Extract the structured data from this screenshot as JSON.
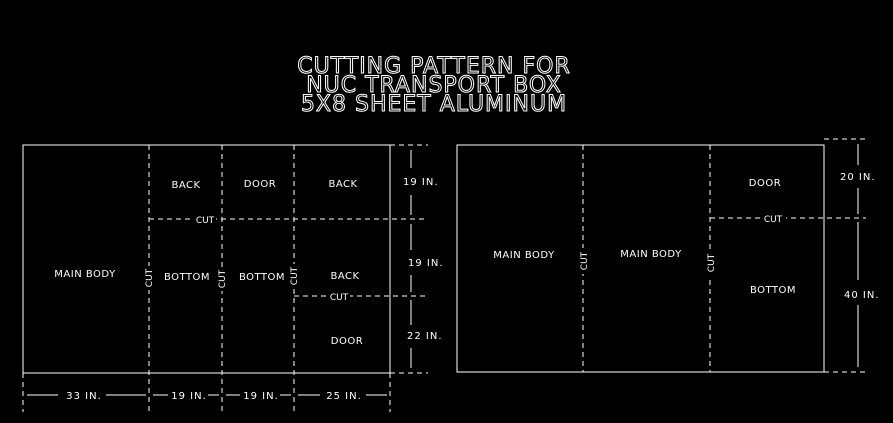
{
  "title": {
    "line1": "CUTTING PATTERN FOR",
    "line2": "NUC TRANSPORT BOX",
    "line3": "5X8 SHEET ALUMINUM"
  },
  "sheet1": {
    "main_body": "MAIN BODY",
    "back_top_left": "BACK",
    "door_top": "DOOR",
    "back_top_right": "BACK",
    "bottom_1": "BOTTOM",
    "bottom_2": "BOTTOM",
    "back_mid": "BACK",
    "door_bottom": "DOOR",
    "cut_h1": "CUT",
    "cut_h2": "CUT",
    "cut_v1": "CUT",
    "cut_v2": "CUT",
    "cut_v3": "CUT",
    "dim_w1": "33 IN.",
    "dim_w2": "19 IN.",
    "dim_w3": "19 IN.",
    "dim_w4": "25 IN.",
    "dim_h1": "19 IN.",
    "dim_h2": "19 IN.",
    "dim_h3": "22 IN."
  },
  "sheet2": {
    "main_body_1": "MAIN BODY",
    "main_body_2": "MAIN BODY",
    "door": "DOOR",
    "bottom": "BOTTOM",
    "cut_v1": "CUT",
    "cut_v2": "CUT",
    "cut_h": "CUT",
    "dim_h1": "20 IN.",
    "dim_h2": "40 IN."
  }
}
